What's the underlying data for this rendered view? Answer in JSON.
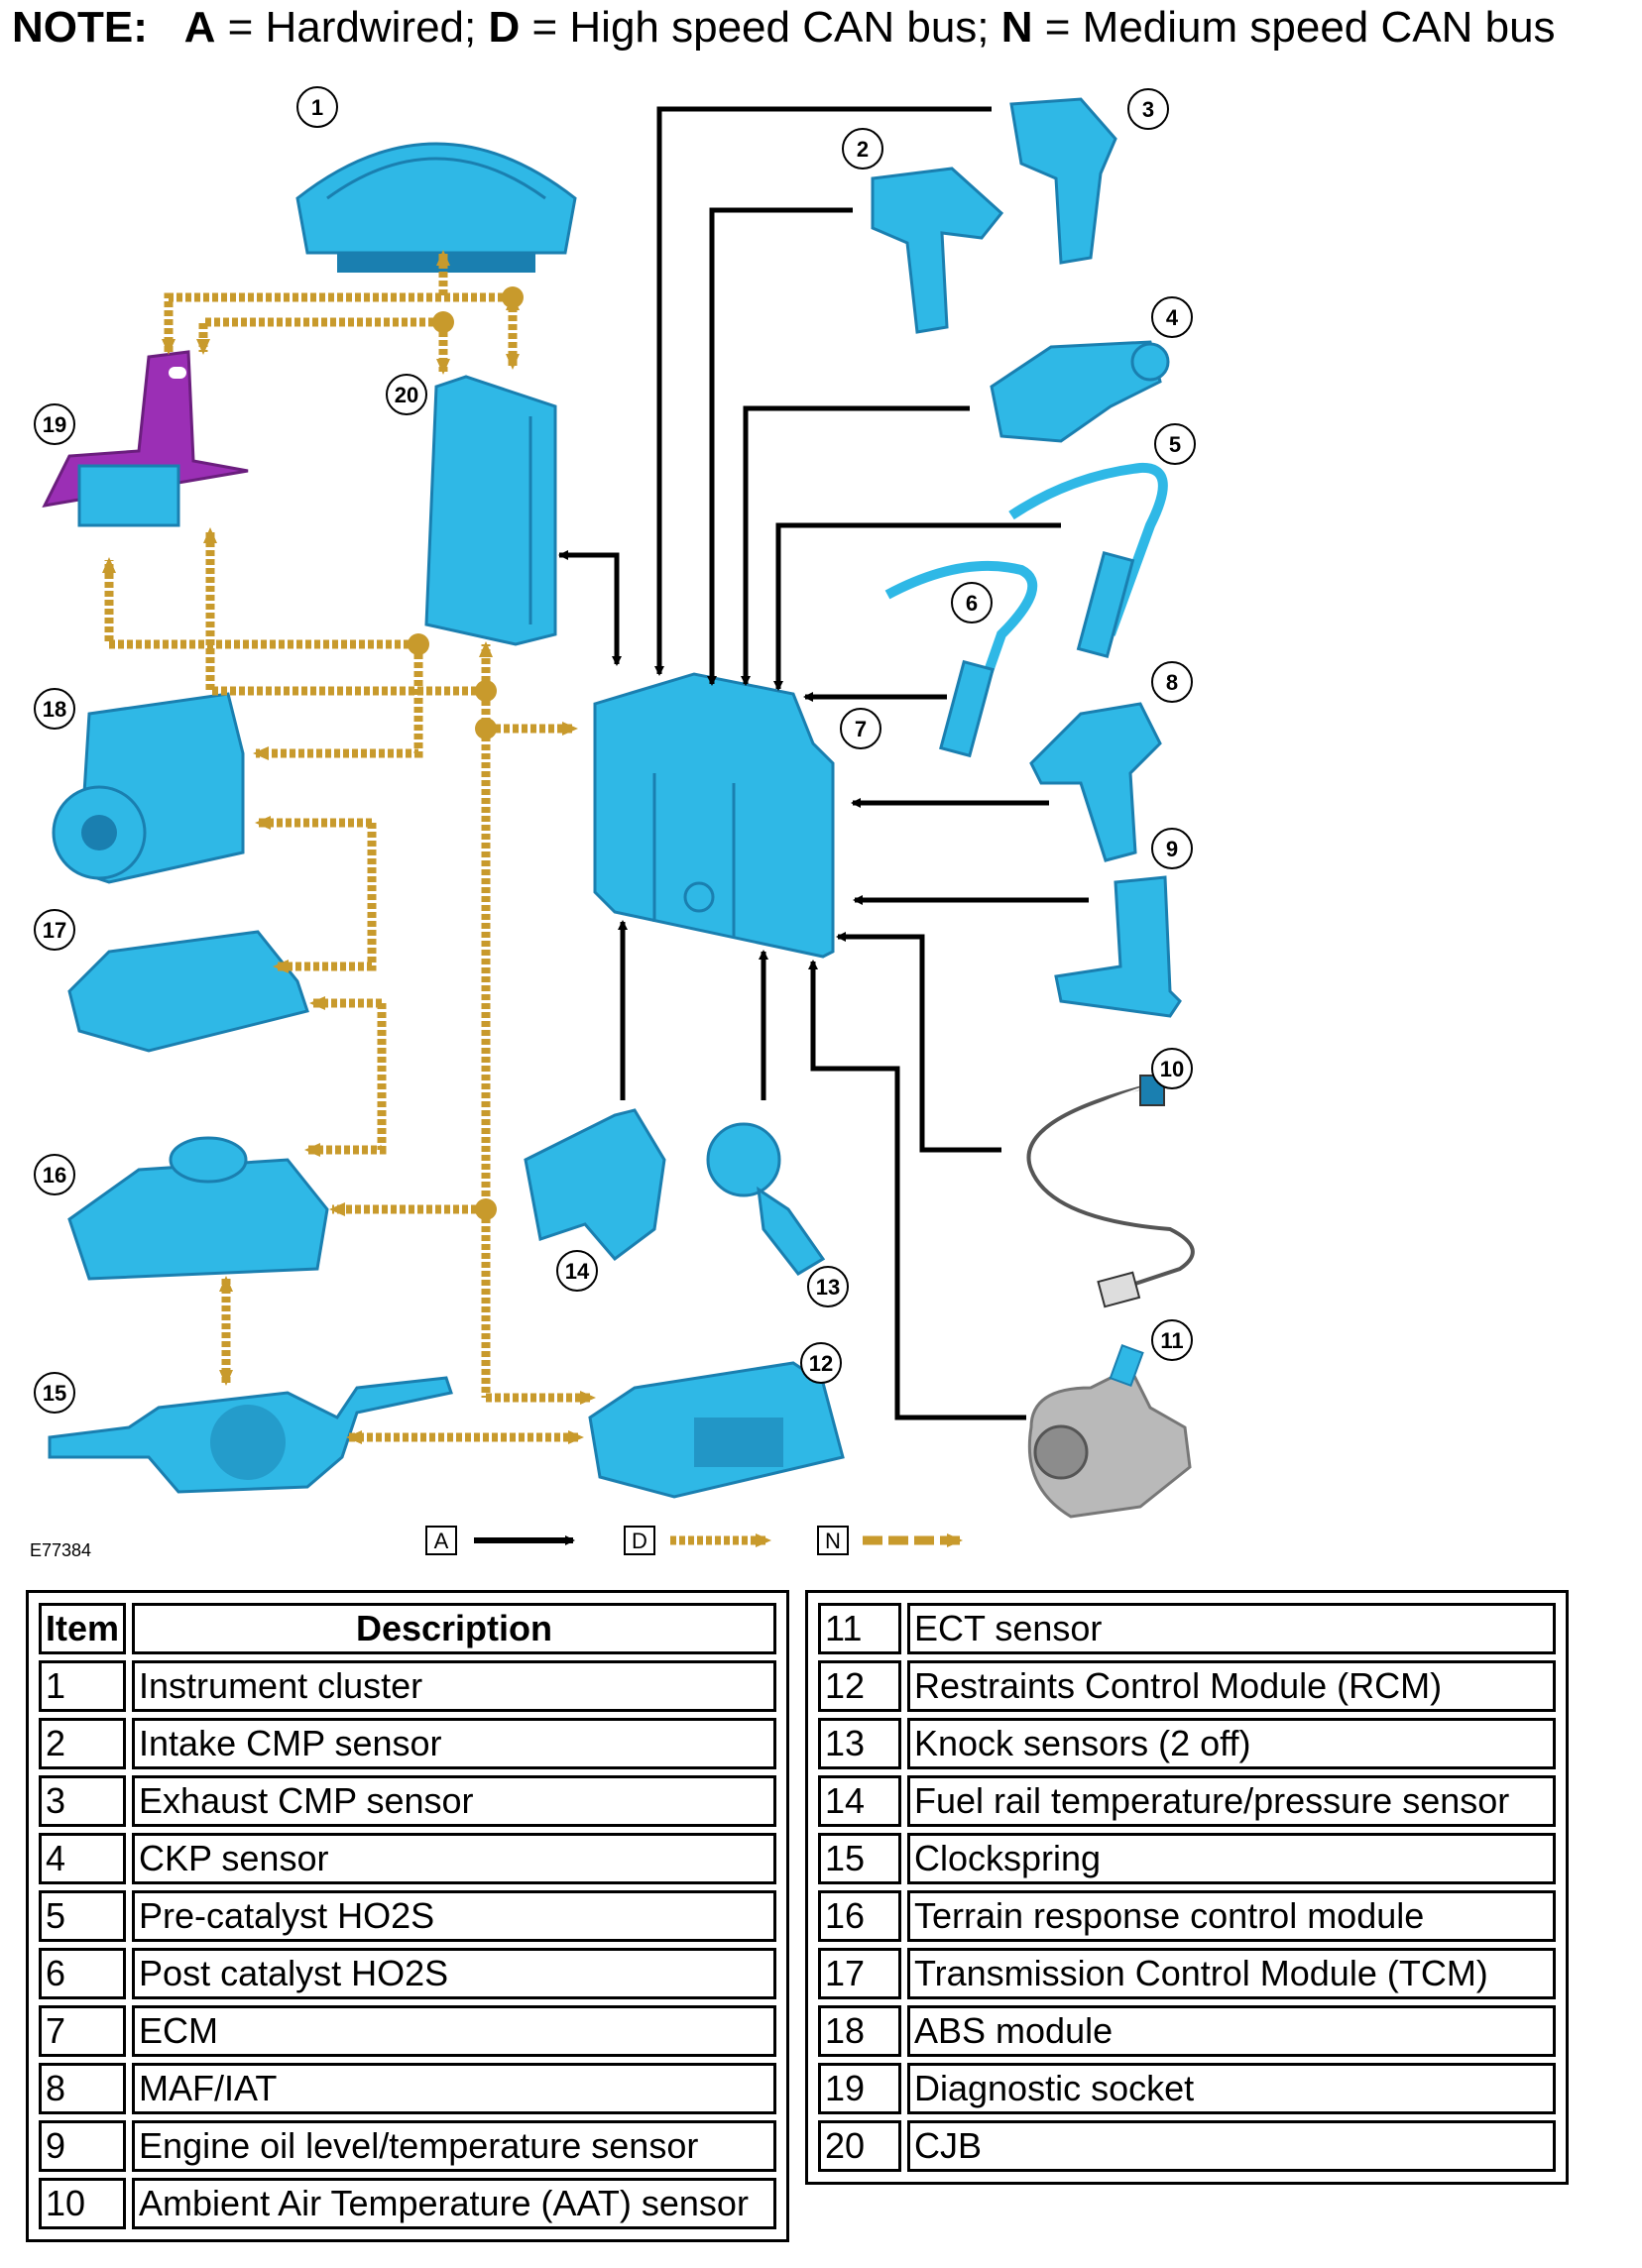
{
  "note": {
    "prefix": "NOTE:",
    "a_key": "A",
    "a_text": " = Hardwired; ",
    "d_key": "D",
    "d_text": " = High speed CAN bus; ",
    "n_key": "N",
    "n_text": " = Medium speed CAN bus"
  },
  "figure_ref": "E77384",
  "callouts": [
    "1",
    "2",
    "3",
    "4",
    "5",
    "6",
    "7",
    "8",
    "9",
    "10",
    "11",
    "12",
    "13",
    "14",
    "15",
    "16",
    "17",
    "18",
    "19",
    "20"
  ],
  "legend": [
    {
      "key": "A",
      "type": "hardwired"
    },
    {
      "key": "D",
      "type": "high-speed-can"
    },
    {
      "key": "N",
      "type": "medium-speed-can"
    }
  ],
  "colors": {
    "component": "#2fb8e6",
    "component_dark": "#1a7fb0",
    "socket": "#9b2fb5",
    "can": "#c89a2c",
    "hardwire": "#000000",
    "pump": "#b9b9b9"
  },
  "table": {
    "header_item": "Item",
    "header_desc": "Description",
    "left": [
      {
        "item": "1",
        "desc": "Instrument cluster"
      },
      {
        "item": "2",
        "desc": "Intake CMP sensor"
      },
      {
        "item": "3",
        "desc": "Exhaust CMP sensor"
      },
      {
        "item": "4",
        "desc": "CKP sensor"
      },
      {
        "item": "5",
        "desc": "Pre-catalyst HO2S"
      },
      {
        "item": "6",
        "desc": "Post catalyst HO2S"
      },
      {
        "item": "7",
        "desc": "ECM"
      },
      {
        "item": "8",
        "desc": "MAF/IAT"
      },
      {
        "item": "9",
        "desc": "Engine oil level/temperature sensor"
      },
      {
        "item": "10",
        "desc": "Ambient Air Temperature (AAT) sensor"
      }
    ],
    "right": [
      {
        "item": "11",
        "desc": "ECT sensor"
      },
      {
        "item": "12",
        "desc": "Restraints Control Module (RCM)"
      },
      {
        "item": "13",
        "desc": "Knock sensors (2 off)"
      },
      {
        "item": "14",
        "desc": "Fuel rail temperature/pressure sensor"
      },
      {
        "item": "15",
        "desc": "Clockspring"
      },
      {
        "item": "16",
        "desc": "Terrain response control module"
      },
      {
        "item": "17",
        "desc": "Transmission Control Module (TCM)"
      },
      {
        "item": "18",
        "desc": "ABS module"
      },
      {
        "item": "19",
        "desc": "Diagnostic socket"
      },
      {
        "item": "20",
        "desc": "CJB"
      }
    ]
  }
}
